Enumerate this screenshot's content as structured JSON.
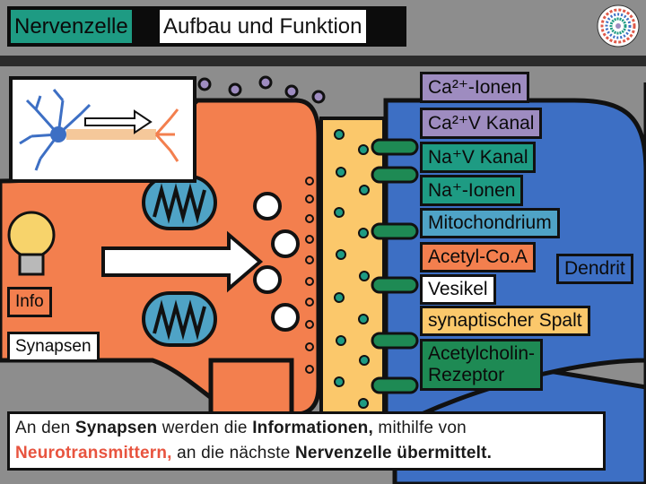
{
  "title": {
    "part1": "Nervenzelle",
    "part2": "Aufbau und Funktion"
  },
  "legend": {
    "ca_ionen": "Ca²⁺-Ionen",
    "ca_kanal": "Ca²⁺V Kanal",
    "na_kanal": "Na⁺V Kanal",
    "na_ionen": "Na⁺-Ionen",
    "mitochondrium": "Mitochondrium",
    "acetyl_coa": "Acetyl-Co.A",
    "dendrit": "Dendrit",
    "vesikel": "Vesikel",
    "spalt": "synaptischer Spalt",
    "rezeptor_1": "Acetylcholin-",
    "rezeptor_2": "Rezeptor"
  },
  "side_labels": {
    "info": "Info",
    "synapsen": "Synapsen"
  },
  "caption": {
    "s1": "An den ",
    "s2": "Synapsen",
    "s3": " werden die ",
    "s4": "Informationen,",
    "s5": " mithilfe von",
    "s6": "Neurotransmittern,",
    "s7": " an die nächste ",
    "s8": "Nervenzelle übermittelt."
  },
  "colors": {
    "orange": "#f37f4e",
    "blue": "#3d6fc4",
    "yellow": "#fbc86b",
    "teal": "#1e9b83",
    "purple": "#9e8cc0",
    "green": "#1e8a54"
  }
}
